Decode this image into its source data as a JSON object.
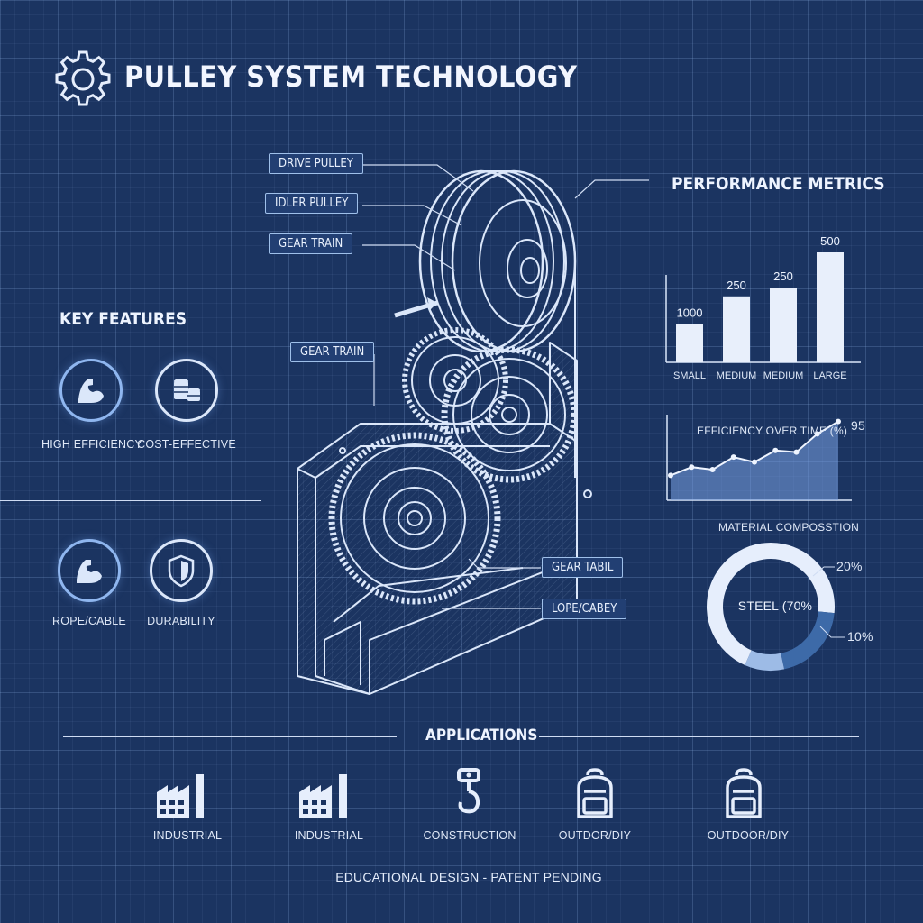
{
  "header": {
    "title": "PULLEY SYSTEM TECHNOLOGY",
    "icon": "gear-icon"
  },
  "callouts": {
    "drive_pulley": "DRIVE PULLEY",
    "idler_pulley": "IDLER PULLEY",
    "gear_train_top": "GEAR TRAIN",
    "gear_train_mid": "GEAR TRAIN",
    "gear_tabil": "GEAR TABIL",
    "lope_cabey": "LOPE/CABEY"
  },
  "key_features": {
    "heading": "KEY FEATURES",
    "items": [
      {
        "label": "HIGH EFFICIENCY",
        "icon": "muscle-arm-icon"
      },
      {
        "label": "COST-EFFECTIVE",
        "icon": "coin-stack-icon"
      },
      {
        "label": "ROPE/CABLE",
        "icon": "muscle-arm-icon"
      },
      {
        "label": "DURABILITY",
        "icon": "shield-icon"
      }
    ]
  },
  "performance": {
    "heading": "PERFORMANCE METRICS",
    "efficiency_title": "EFFICIENCY OVER TIME (%)",
    "efficiency_end_label": "95",
    "material_title": "MATERIAL COMPOSSTION"
  },
  "chart_data": [
    {
      "type": "bar",
      "categories": [
        "SMALL",
        "MEDIUM",
        "MEDIUM",
        "LARGE"
      ],
      "values": [
        1000,
        250,
        250,
        500
      ],
      "data_labels": [
        "1000",
        "250",
        "250",
        "500"
      ],
      "bar_heights_relative": [
        0.35,
        0.6,
        0.68,
        1.0
      ]
    },
    {
      "type": "area",
      "title": "EFFICIENCY OVER TIME (%)",
      "values": [
        30,
        40,
        37,
        52,
        46,
        60,
        58,
        80,
        95
      ],
      "end_label": "95",
      "ylim": [
        0,
        100
      ]
    },
    {
      "type": "pie",
      "center_label": "STEEL (70%",
      "slices": [
        {
          "label": "STEEL (70%",
          "value": 70
        },
        {
          "label": "20%",
          "value": 20
        },
        {
          "label": "10%",
          "value": 10
        }
      ],
      "slice_labels": [
        "20%",
        "10%"
      ]
    }
  ],
  "applications": {
    "heading": "APPLICATIONS",
    "items": [
      {
        "label": "INDUSTRIAL",
        "icon": "factory-icon"
      },
      {
        "label": "INDUSTRIAL",
        "icon": "factory-icon"
      },
      {
        "label": "CONSTRUCTION",
        "icon": "crane-hook-icon"
      },
      {
        "label": "OUTDOR/DIY",
        "icon": "backpack-icon"
      },
      {
        "label": "OUTDOOR/DIY",
        "icon": "backpack-icon"
      }
    ]
  },
  "footer": {
    "text": "EDUCATIONAL DESIGN - PATENT PENDING"
  },
  "colors": {
    "background": "#1b3461",
    "line": "#dbe7fa",
    "accent": "#8fb6ef"
  }
}
